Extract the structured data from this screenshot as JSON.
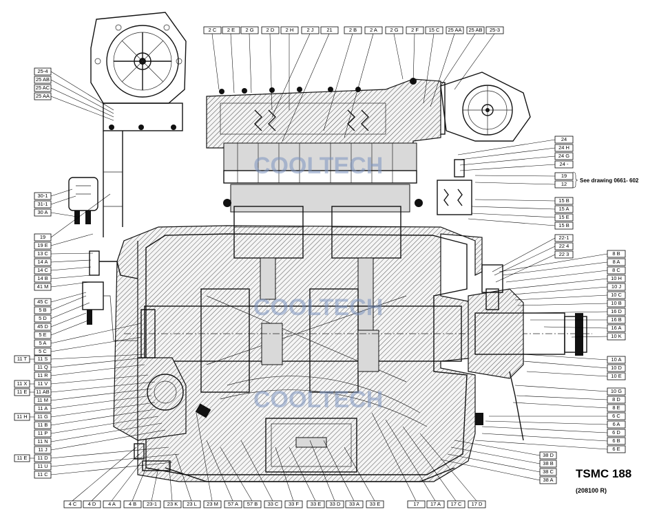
{
  "title": "TSMC 188",
  "subtitle": "(208100 R)",
  "note": "See drawing 0661- 602",
  "watermark": "COOLTECH",
  "labels_top": [
    "2 C",
    "2 E",
    "2 G",
    "2 D",
    "2 H",
    "2 J",
    "21",
    "2 B",
    "2 A",
    "2 G",
    "2 F",
    "15 C",
    "25 AA",
    "25 AB",
    "25-3"
  ],
  "labels_left_upper": [
    "25-4",
    "25 AB",
    "25 AC",
    "25 AA"
  ],
  "labels_left_mid": [
    "30-1",
    "31-1",
    "30 A",
    "19",
    "19 E",
    "13 C",
    "14 A",
    "14 C",
    "14 B",
    "41 M",
    "45 C",
    "5 B",
    "5 D",
    "45 D",
    "5 E",
    "5 A",
    "5 C"
  ],
  "labels_left_lower": [
    "11 S",
    "11 Q",
    "11 R",
    "11 V",
    "11 AB",
    "11 M",
    "11 A",
    "11 G",
    "11 B",
    "11 P",
    "11 N",
    "11 J",
    "11 D",
    "11 U",
    "11 C"
  ],
  "labels_far_left": [
    {
      "text": "11 T",
      "row": "11 S"
    },
    {
      "text": "11 X",
      "row": "11 V"
    },
    {
      "text": "11 E",
      "row": "11 AB"
    },
    {
      "text": "11 H",
      "row": "11 G"
    },
    {
      "text": "11 E",
      "row": "11 D"
    }
  ],
  "labels_bottom": [
    "4 C",
    "4 D",
    "4 A",
    "4 B",
    "23-1",
    "23 K",
    "23 L",
    "23 M",
    "57 A",
    "57 B",
    "33 C",
    "33 F",
    "33 E",
    "33 D",
    "33 A",
    "33 E",
    "17",
    "17 A",
    "17 C",
    "17 D"
  ],
  "labels_right_upper": [
    "24",
    "24 H",
    "24 G",
    "24 -",
    "19",
    "12",
    "15 B",
    "15 A",
    "15 E",
    "15 B",
    "22-1",
    "22 4",
    "22 3"
  ],
  "labels_right_mid": [
    "8 B",
    "8 A",
    "8 C",
    "10 H",
    "10 J",
    "10 C",
    "10 B",
    "16 D",
    "16 B",
    "16 A",
    "10 K",
    "10 A",
    "10 D",
    "10 E",
    "10 G",
    "8 D",
    "8 E",
    "6 C",
    "6 A",
    "6 D",
    "6 B",
    "6 E"
  ],
  "labels_right_lower": [
    "38 D",
    "38 B",
    "38 C",
    "38 A"
  ]
}
